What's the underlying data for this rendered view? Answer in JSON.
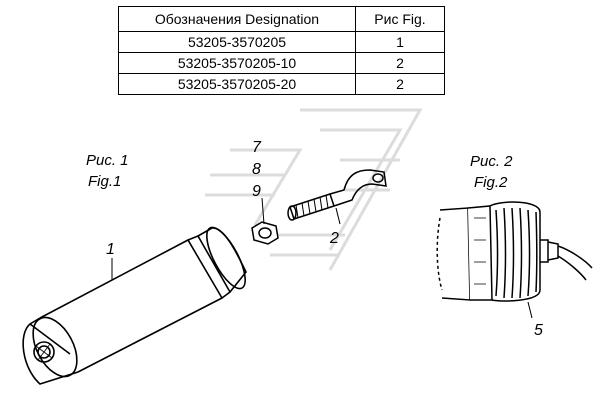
{
  "table": {
    "headers": [
      "Обозначения  Designation",
      "Рис Fig."
    ],
    "rows": [
      {
        "designation": "53205-3570205",
        "fig": "1"
      },
      {
        "designation": "53205-3570205-10",
        "fig": "2"
      },
      {
        "designation": "53205-3570205-20",
        "fig": "2"
      }
    ]
  },
  "figures": {
    "fig1": {
      "ru": "Рис. 1",
      "en": "Fig.1"
    },
    "fig2": {
      "ru": "Рис. 2",
      "en": "Fig.2"
    }
  },
  "callouts": {
    "c1": "1",
    "c2": "2",
    "c5": "5",
    "c7": "7",
    "c8": "8",
    "c9": "9"
  },
  "colors": {
    "line": "#000000",
    "watermark": "#d9d9d9"
  }
}
